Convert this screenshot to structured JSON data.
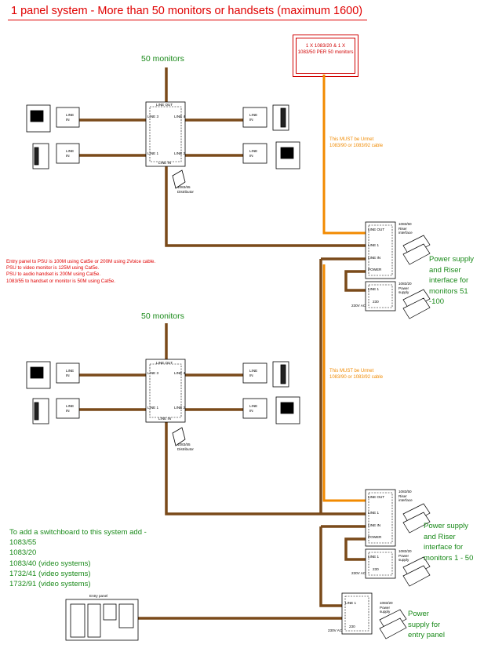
{
  "title": "1 panel system - More than 50 monitors or handsets (maximum 1600)",
  "red_box_text": "1 X 1083/20 & 1 X 1083/50 PER 50 monitors",
  "urmet_note": [
    "This MUST be Urmet",
    "1083/90 or 1083/92 cable"
  ],
  "distance_notes": [
    "Entry panel to PSU is 100M using Cat5e or 200M using 2Voice cable.",
    "PSU to video monitor is 125M using Cat5e.",
    "PSU to audio handset is 200M using Cat5e.",
    "1083/55 to handset or monitor is 50M using Cat5e."
  ],
  "group_label": "50 monitors",
  "distributor": {
    "code": "1083/55",
    "name": "Distributor"
  },
  "distributor_ports": {
    "top": "LINE OUT",
    "left_top": "LINE 3",
    "right_top": "LINE 4",
    "left_bottom": "LINE 1",
    "right_bottom": "LINE 2",
    "bottom": "LINE IN"
  },
  "terminal_port": [
    "LINE",
    "IN"
  ],
  "riser": {
    "code": "1083/50",
    "name": [
      "Riser",
      "interface"
    ],
    "ports": [
      "LINE OUT",
      "LINE 1",
      "LINE IN",
      "POWER"
    ]
  },
  "psu": {
    "code": "1083/20",
    "name": [
      "Power",
      "supply"
    ],
    "ports": [
      "LINE 1",
      "230",
      "230"
    ],
    "ac": "230V AC"
  },
  "psu_riser_label_1": [
    "Power supply",
    "and Riser",
    "interface for",
    "monitors 51",
    "-100"
  ],
  "psu_riser_label_2": [
    "Power supply",
    "and Riser",
    "interface for",
    "monitors 1 - 50"
  ],
  "psu_entry_label": [
    "Power",
    "supply for",
    "entry panel"
  ],
  "switchboard": {
    "heading": "To add a switchboard to this system add -",
    "items": [
      "1083/55",
      "1083/20",
      "1083/40 (video systems)",
      "1732/41 (video systems)",
      "1732/91 (video systems)"
    ]
  },
  "entry_panel": "Entry panel",
  "colors": {
    "cable": "#7a4a1a",
    "urmet_cable": "#f28a00",
    "red": "#e00000",
    "green": "#1a8a1a"
  }
}
